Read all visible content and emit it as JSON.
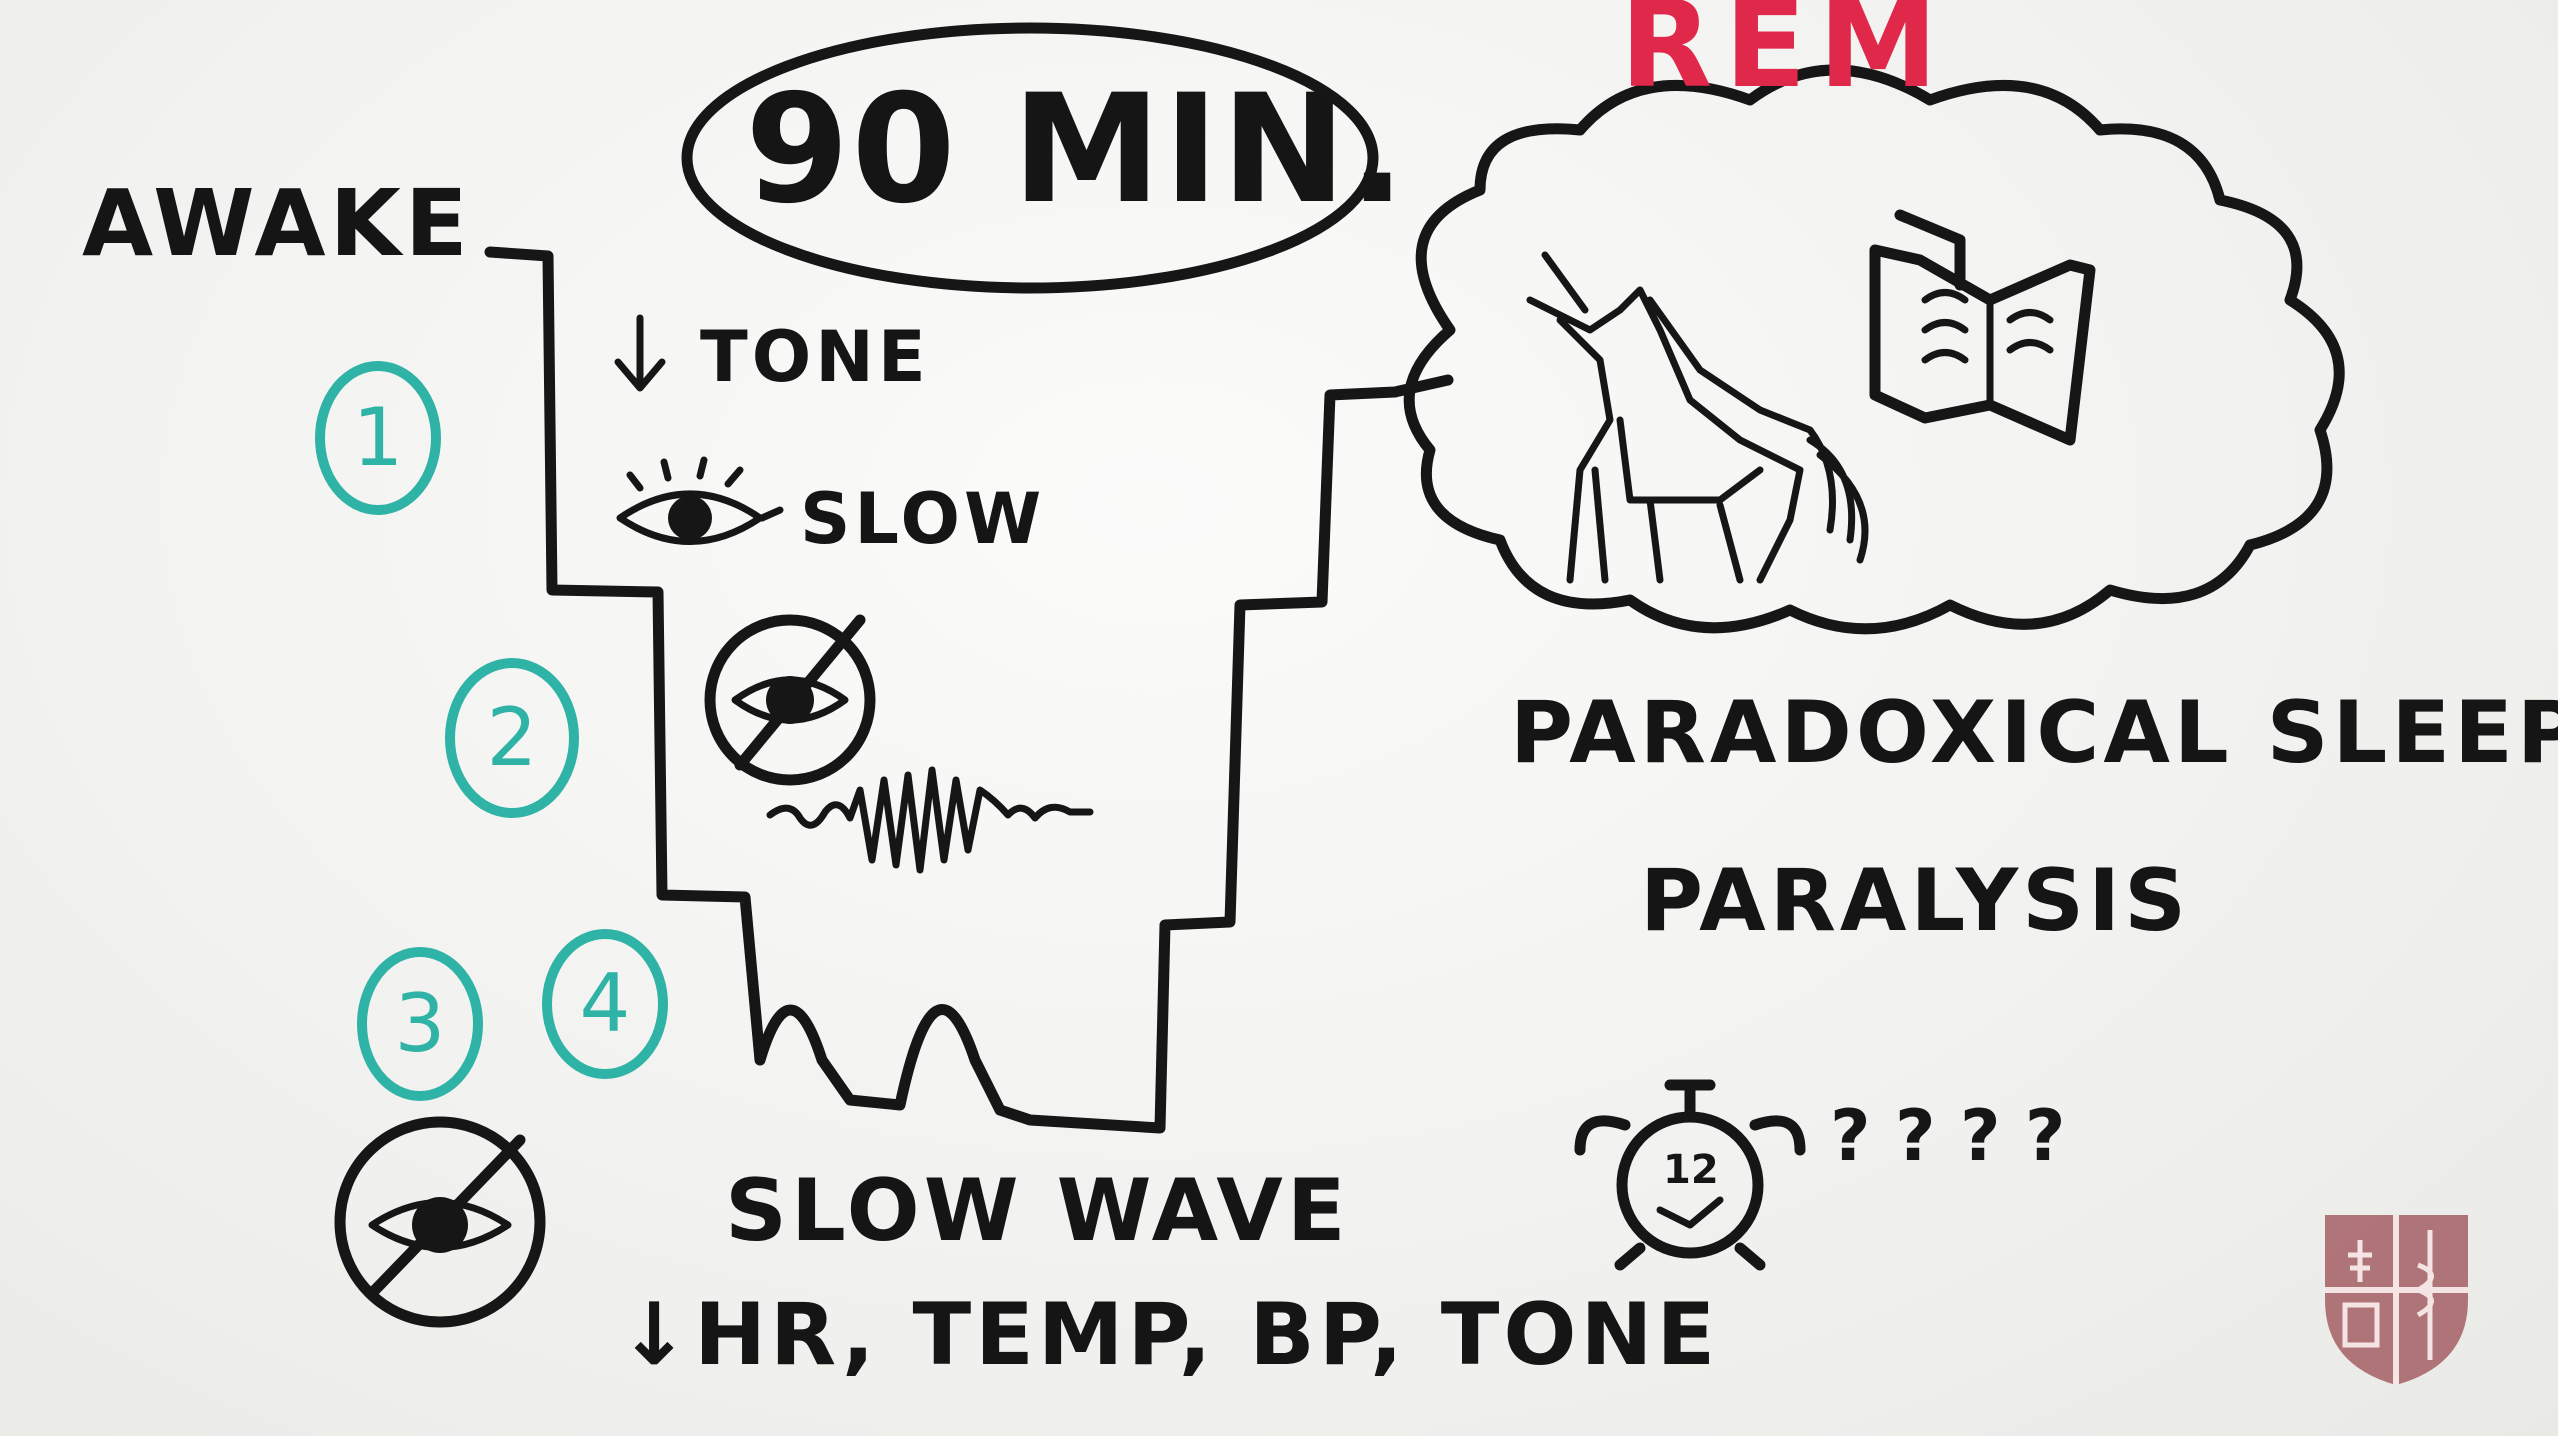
{
  "labels": {
    "rem": "REM",
    "duration": "90 MIN.",
    "awake": "AWAKE",
    "tone": "TONE",
    "slow": "SLOW",
    "slow_wave": "SLOW WAVE",
    "vitals": "HR, TEMP, BP, TONE",
    "paradoxical": "PARADOXICAL SLEEP",
    "paralysis": "PARALYSIS",
    "question_marks": "? ? ? ?"
  },
  "stages": [
    "1",
    "2",
    "3",
    "4"
  ],
  "alarm_clock_face": "12",
  "colors": {
    "ink": "#161616",
    "rem": "#e0284a",
    "stage_circles": "#2fb3a6",
    "logo_shield": "#a8676b"
  },
  "icons": [
    "down-arrow-icon",
    "eye-icon",
    "crossed-eye-icon",
    "brain-wave-icon",
    "unicorn-icon",
    "book-icon",
    "dream-cloud-icon",
    "alarm-clock-icon",
    "shield-logo-icon"
  ]
}
